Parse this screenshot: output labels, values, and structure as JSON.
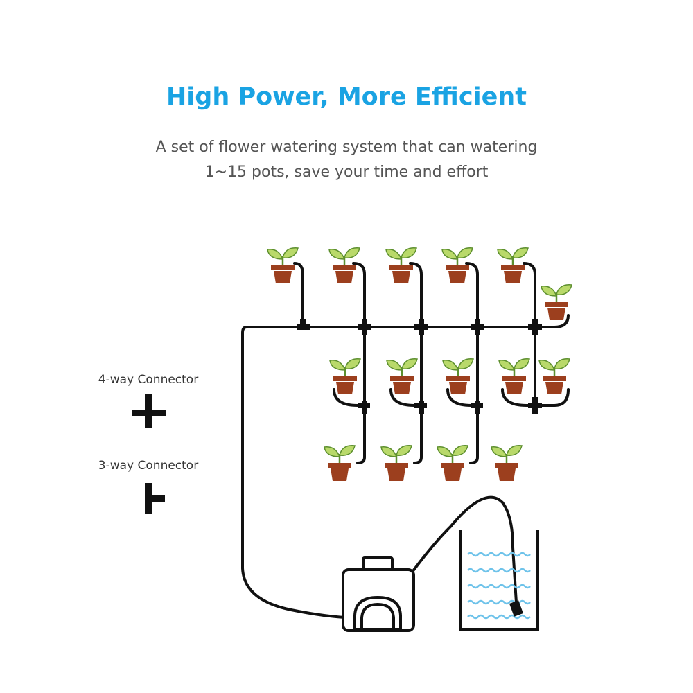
{
  "colors": {
    "title": "#1aa3e3",
    "tube": "#111111",
    "pot": "#9c3f1e",
    "leaf_light": "#b9d96a",
    "leaf_dark": "#5d8f2e",
    "water": "#6fc3ea"
  },
  "header": {
    "title": "High Power, More Efficient",
    "subtitle_line1": "A set of flower watering system that can watering",
    "subtitle_line2": "1~15 pots, save your time and effort"
  },
  "legend": {
    "four_way": {
      "label": "4-way Connector",
      "icon": "plus-connector-icon"
    },
    "three_way": {
      "label": "3-way Connector",
      "icon": "tee-connector-icon"
    }
  },
  "diagram": {
    "pot_count": 15,
    "components": [
      "pump",
      "water-container",
      "drip-tubing",
      "flower-pots"
    ]
  }
}
